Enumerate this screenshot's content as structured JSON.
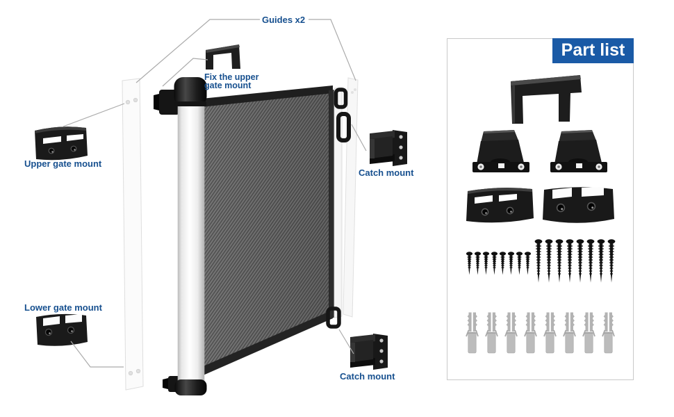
{
  "labels": {
    "guides": "Guides x2",
    "fix_upper_line1": "Fix the upper",
    "fix_upper_line2": "gate mount",
    "upper_gate_mount": "Upper gate mount",
    "catch_mount_top": "Catch mount",
    "lower_gate_mount": "Lower gate mount",
    "catch_mount_bottom": "Catch mount"
  },
  "part_list": {
    "title": "Part list",
    "items": [
      {
        "name": "guide-clamp",
        "qty": 1
      },
      {
        "name": "catch-mount",
        "qty": 2
      },
      {
        "name": "gate-mount",
        "qty": 2
      },
      {
        "name": "short-screw",
        "qty": 8
      },
      {
        "name": "long-screw",
        "qty": 8
      },
      {
        "name": "wall-anchor",
        "qty": 8
      }
    ]
  },
  "colors": {
    "label_text": "#17508F",
    "header_bg": "#1A5AA6",
    "header_text": "#FFFFFF",
    "leader_line": "#ABABAB",
    "panel_border": "#C9C9C9"
  }
}
